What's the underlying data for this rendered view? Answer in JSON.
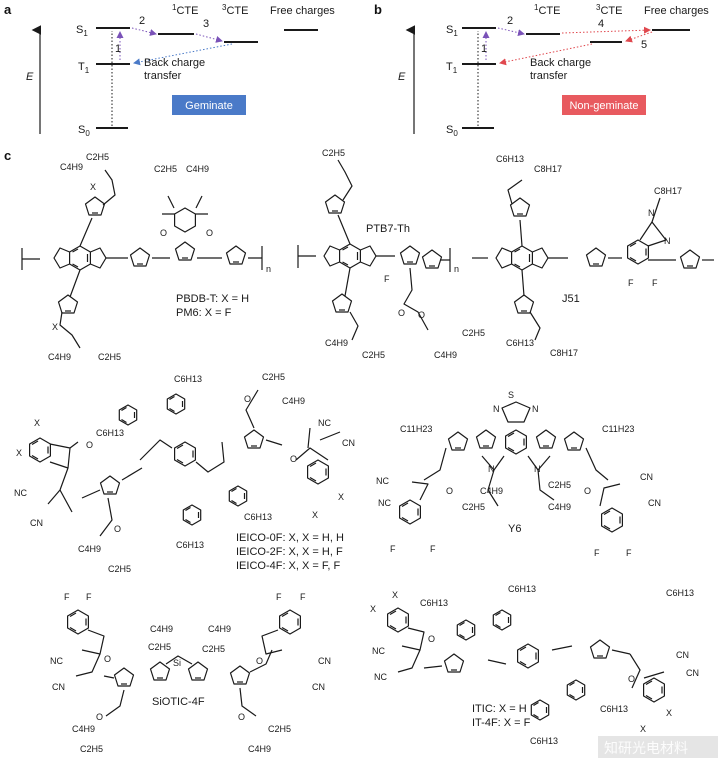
{
  "panel_a": {
    "letter": "a",
    "axis_label": "E",
    "levels": {
      "s1": "S",
      "s1_sub": "1",
      "t1": "T",
      "t1_sub": "1",
      "s0": "S",
      "s0_sub": "0"
    },
    "states": {
      "cte1_sup": "1",
      "cte1": "CTE",
      "cte3_sup": "3",
      "cte3": "CTE",
      "free": "Free charges"
    },
    "steps": [
      "1",
      "2",
      "3"
    ],
    "back_transfer": [
      "Back charge",
      "transfer"
    ],
    "badge": "Geminate",
    "badge_color": "#4a7ac8"
  },
  "panel_b": {
    "letter": "b",
    "axis_label": "E",
    "levels": {
      "s1": "S",
      "s1_sub": "1",
      "t1": "T",
      "t1_sub": "1",
      "s0": "S",
      "s0_sub": "0"
    },
    "states": {
      "cte1_sup": "1",
      "cte1": "CTE",
      "cte3_sup": "3",
      "cte3": "CTE",
      "free": "Free charges"
    },
    "steps": [
      "1",
      "2",
      "4",
      "5"
    ],
    "back_transfer": [
      "Back charge",
      "transfer"
    ],
    "badge": "Non-geminate",
    "badge_color": "#e85a5f"
  },
  "panel_c": {
    "letter": "c",
    "molecules": {
      "pbdb": [
        "PBDB-T: X = H",
        "PM6: X = F"
      ],
      "ptb7": "PTB7-Th",
      "j51": "J51",
      "ieico": [
        "IEICO-0F: X, X = H, H",
        "IEICO-2F: X, X = H, F",
        "IEICO-4F: X, X = F, F"
      ],
      "y6": "Y6",
      "siotic": "SiOTIC-4F",
      "itic": [
        "ITIC: X = H",
        "IT-4F: X = F"
      ]
    },
    "atoms": {
      "S": "S",
      "N": "N",
      "F": "F",
      "O": "O",
      "X": "X",
      "Si": "Si",
      "CN": "CN",
      "NC": "NC",
      "n": "n",
      "C2H5": "C2H5",
      "C4H9": "C4H9",
      "C6H13": "C6H13",
      "C8H17": "C8H17",
      "C11H23": "C11H23"
    }
  },
  "watermark": "知研光电材料"
}
